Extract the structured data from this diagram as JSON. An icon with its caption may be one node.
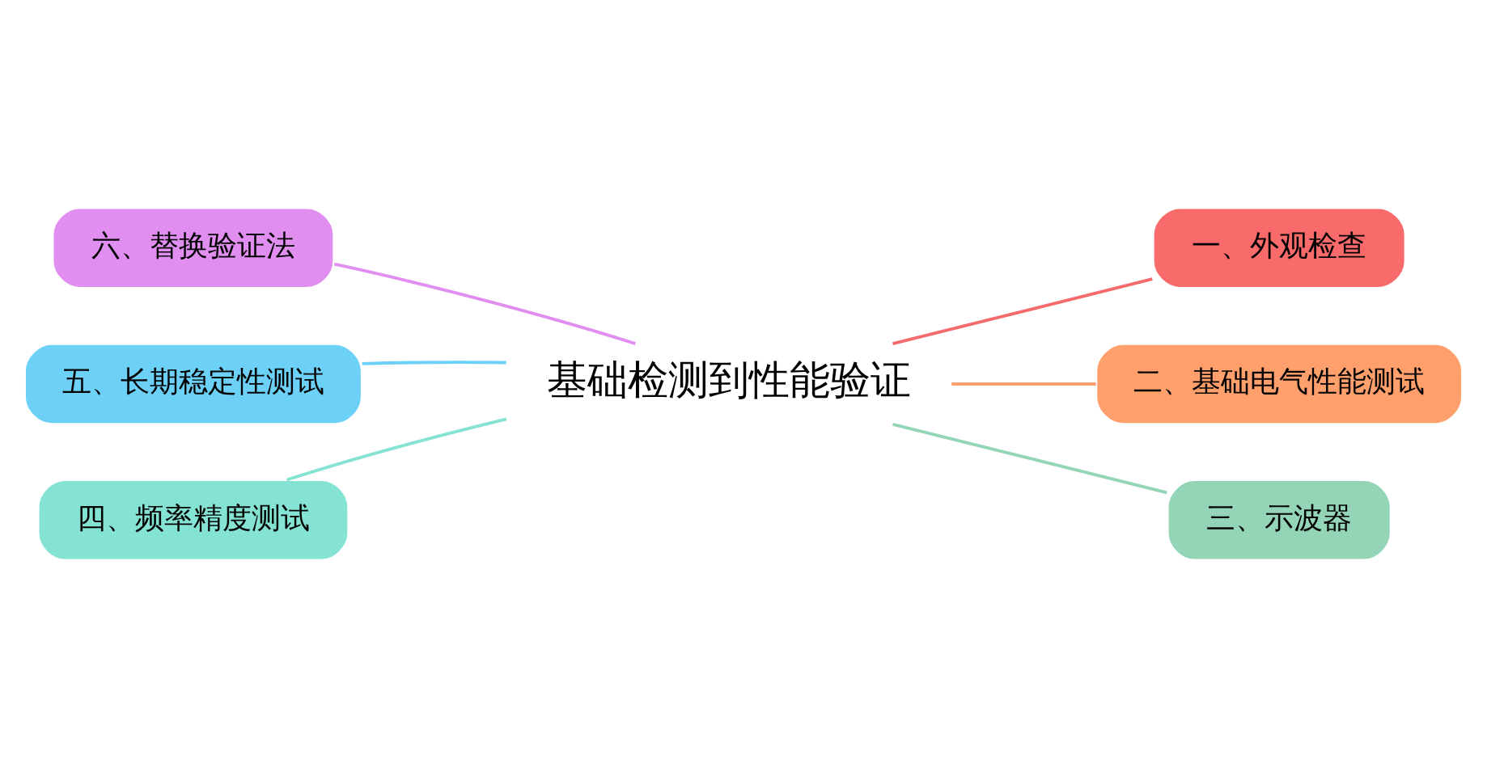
{
  "diagram": {
    "nodes": [
      {
        "text": [
          "基础检测到性能验证"
        ]
      },
      {
        "text": [
          "一、外观检查"
        ]
      },
      {
        "text": [
          "二、基础电气性能测试"
        ]
      },
      {
        "text": [
          "三、示波器"
        ]
      },
      {
        "text": [
          "六、替换验证法"
        ]
      },
      {
        "text": [
          "五、长期稳定性测试"
        ]
      },
      {
        "text": [
          "四、频率精度测试"
        ]
      }
    ],
    "edges": [
      {
        "from": 0,
        "to": 1,
        "arrow": "none",
        "color": "#f56c6c"
      },
      {
        "from": 0,
        "to": 2,
        "arrow": "none",
        "color": "#ff9f6b"
      },
      {
        "from": 0,
        "to": 3,
        "arrow": "none",
        "color": "#93d5b6"
      },
      {
        "from": 0,
        "to": 4,
        "arrow": "none",
        "color": "#e08ef0"
      },
      {
        "from": 0,
        "to": 5,
        "arrow": "none",
        "color": "#6dd0f7"
      },
      {
        "from": 0,
        "to": 6,
        "arrow": "none",
        "color": "#85e3d3"
      }
    ]
  }
}
